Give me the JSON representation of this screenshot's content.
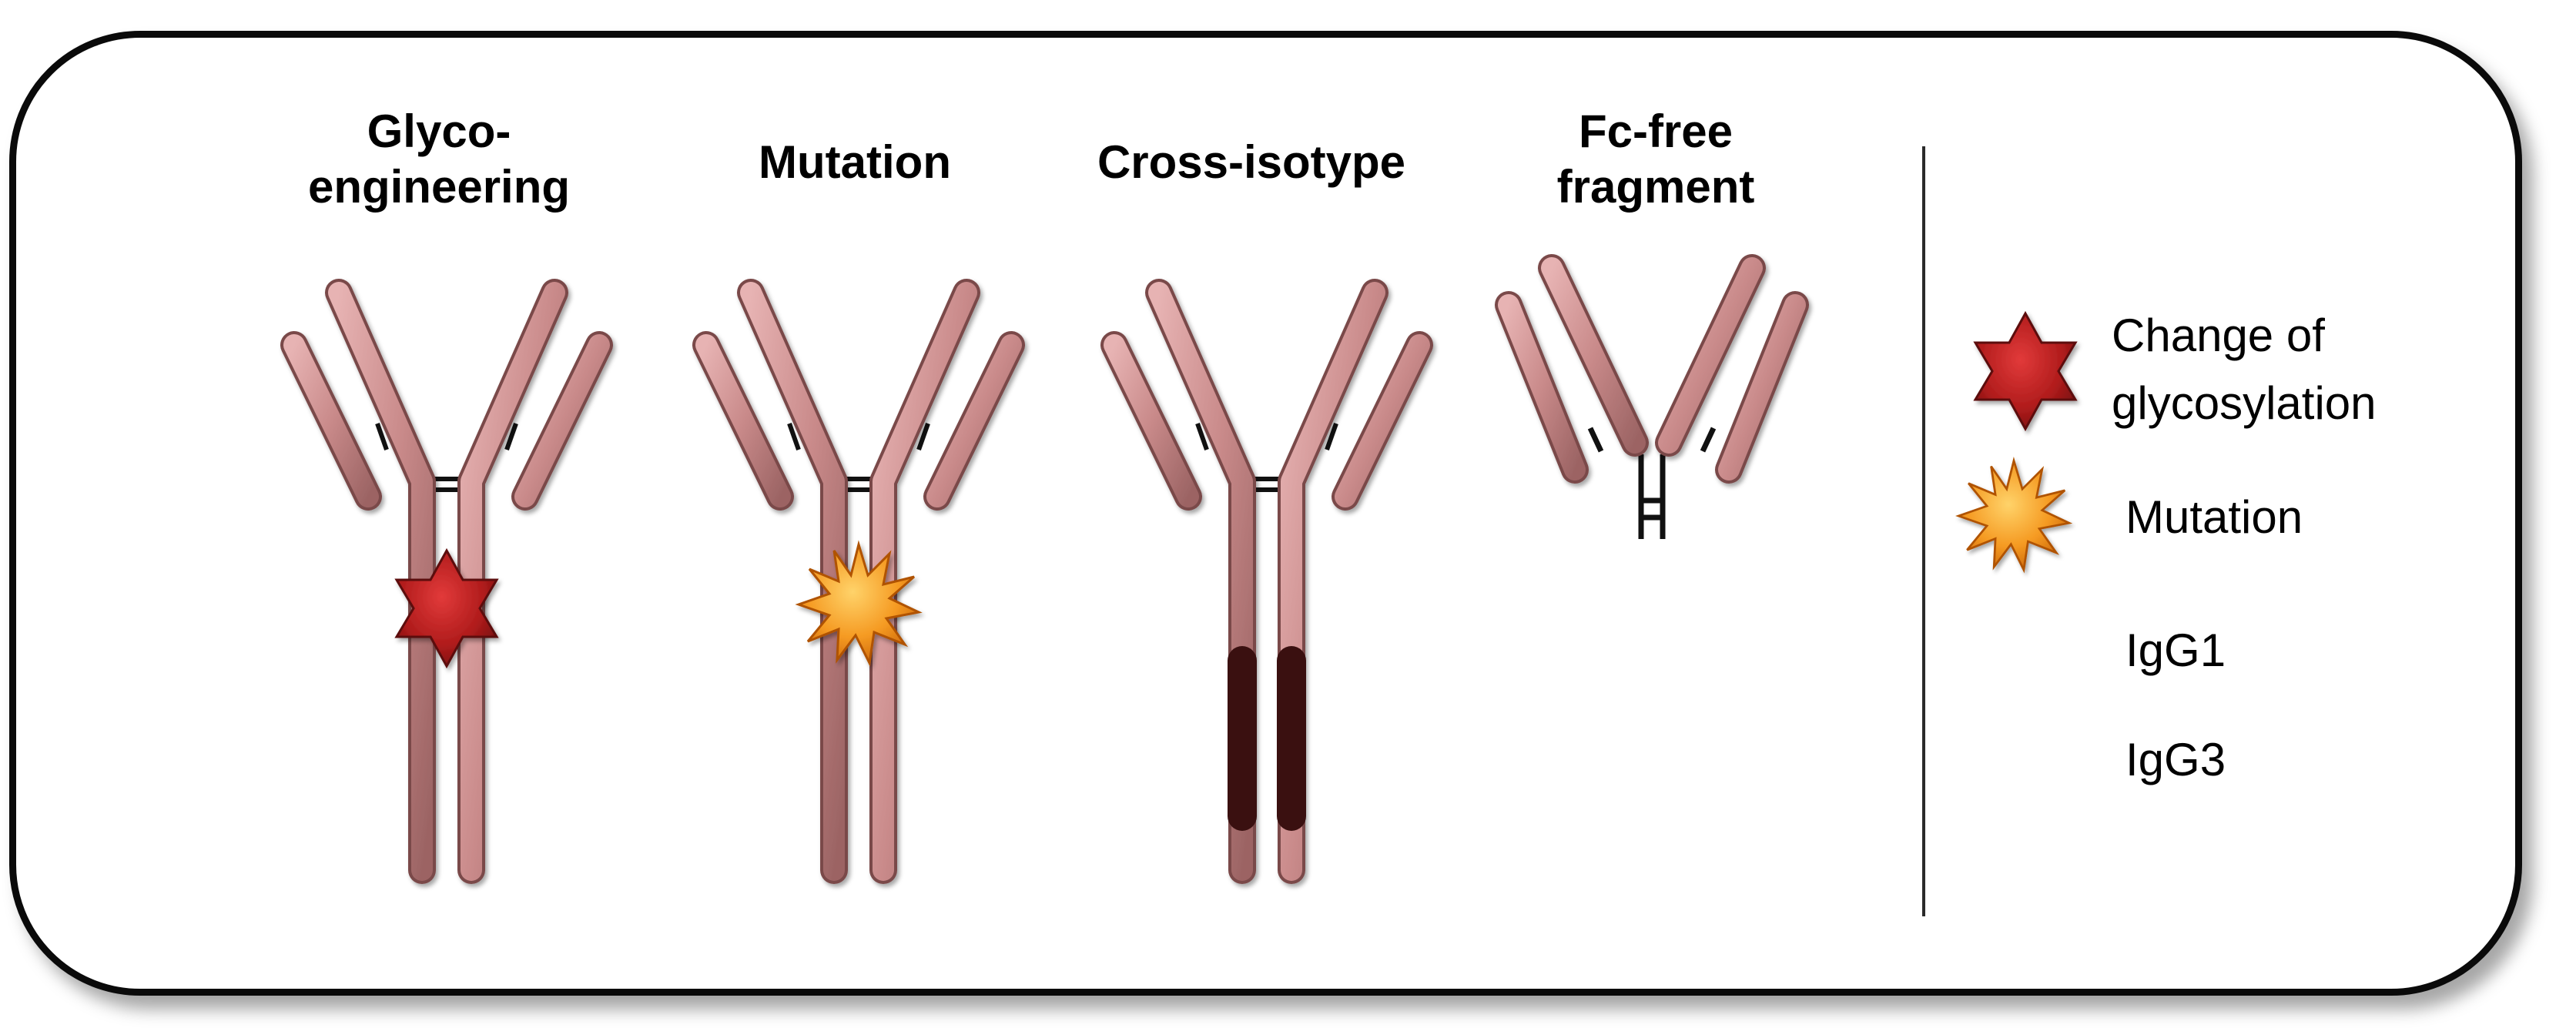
{
  "panels": [
    {
      "title": "Glyco-\nengineering",
      "icon": "antibody-glycoengineered-icon",
      "marker": "change-of-glycosylation-star-icon"
    },
    {
      "title": "Mutation",
      "icon": "antibody-mutated-icon",
      "marker": "mutation-burst-icon"
    },
    {
      "title": "Cross-isotype",
      "icon": "antibody-cross-isotype-icon",
      "marker": "igg3-segment"
    },
    {
      "title": "Fc-free\nfragment",
      "icon": "antibody-fc-free-fragment-icon",
      "marker": "none"
    }
  ],
  "legend": {
    "glycosylation": {
      "label": "Change of glycosylation",
      "icon": "red-star-icon",
      "color": "#b01c1c"
    },
    "mutation": {
      "label": "Mutation",
      "icon": "orange-burst-icon",
      "color": "#f08a1c"
    },
    "igg1": {
      "label": "IgG1",
      "icon": "pink-bar-icon",
      "color": "#c98a8a"
    },
    "igg3": {
      "label": "IgG3",
      "icon": "maroon-bar-icon",
      "color": "#6b2a2a"
    }
  },
  "colors": {
    "border": "#0a0a0a",
    "bond": "#111111",
    "igg1": "#c98a8a",
    "igg3": "#6b2a2a"
  }
}
